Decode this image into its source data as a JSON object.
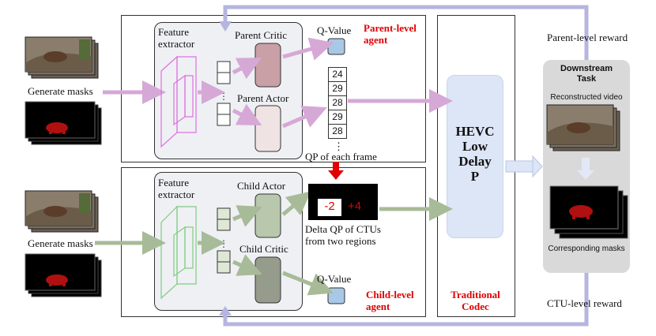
{
  "parent": {
    "feature_extractor": "Feature\nextractor",
    "critic": "Parent Critic",
    "actor": "Parent Actor",
    "q_value": "Q-Value",
    "agent": "Parent-level\nagent",
    "qp_values": [
      "24",
      "29",
      "28",
      "29",
      "28"
    ],
    "ellipsis": "⋮",
    "qp_caption": "QP of each frame",
    "input_label": "Generate masks"
  },
  "child": {
    "feature_extractor": "Feature\nextractor",
    "actor": "Child Actor",
    "critic": "Child Critic",
    "q_value": "Q-Value",
    "agent": "Child-level\nagent",
    "delta_left": "-2",
    "delta_right": "+4",
    "delta_caption": "Delta QP of CTUs\nfrom two regions",
    "input_label": "Generate masks"
  },
  "codec": {
    "name": "HEVC\nLow\nDelay\nP",
    "label": "Traditional\nCodec"
  },
  "downstream": {
    "title": "Downstream\nTask",
    "reconstructed": "Reconstructed video",
    "masks": "Corresponding masks"
  },
  "rewards": {
    "parent": "Parent-level reward",
    "ctu": "CTU-level reward"
  },
  "colors": {
    "parent_arrow": "#d6a8d6",
    "child_arrow": "#a8bb98",
    "feedback": "#b5b5e0",
    "codec_box": "#dde6f7",
    "q_box": "#a8c8e6",
    "red": "#e00000"
  }
}
